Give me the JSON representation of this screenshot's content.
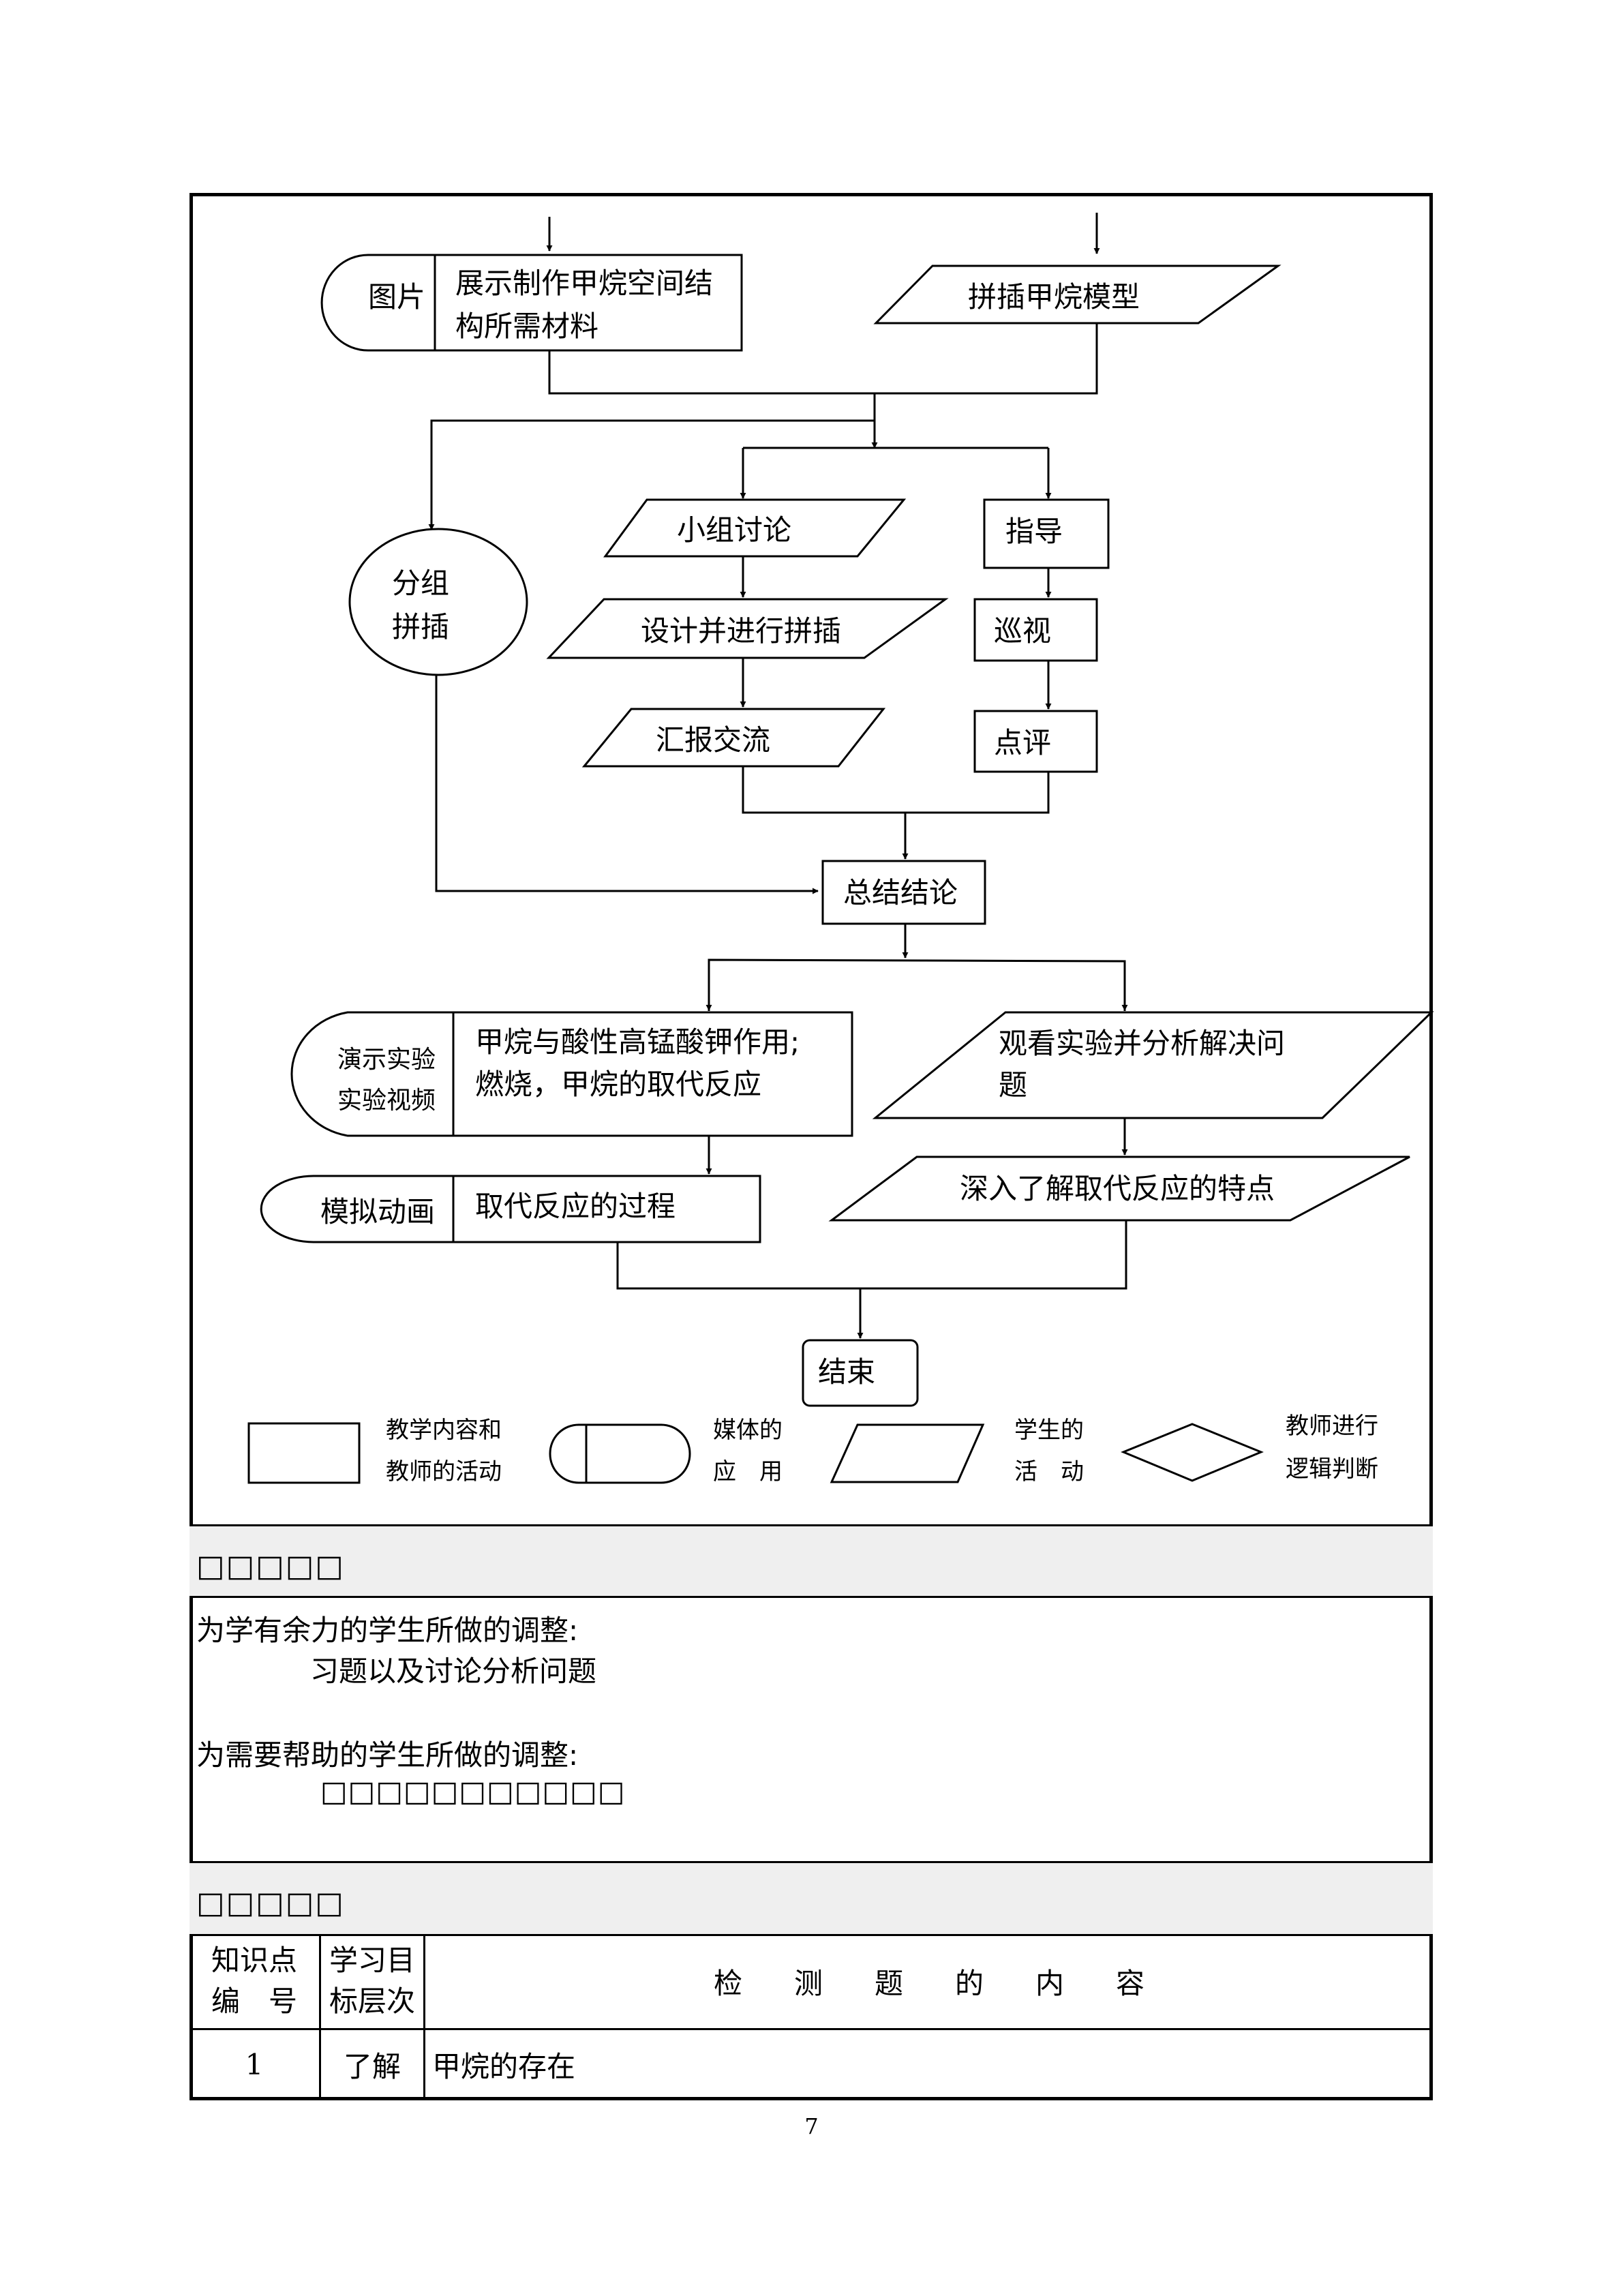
{
  "flowchart": {
    "media_picture": "图片",
    "box_show_materials": [
      "展示制作甲烷空间结",
      "构所需材料"
    ],
    "student_assemble_model": "拼插甲烷模型",
    "group_assemble": [
      "分组",
      "拼插"
    ],
    "group_discussion": "小组讨论",
    "design_and_assemble": "设计并进行拼插",
    "report_exchange": "汇报交流",
    "guide": "指导",
    "patrol": "巡视",
    "comment": "点评",
    "summary_conclusion": "总结结论",
    "media_demo": [
      "演示实验",
      "实验视频"
    ],
    "box_reaction": [
      "甲烷与酸性高锰酸钾作用;",
      "燃烧，甲烷的取代反应"
    ],
    "student_observe": [
      "观看实验并分析解决问",
      "题"
    ],
    "media_animation": "模拟动画",
    "box_substitution_process": "取代反应的过程",
    "student_understand": "深入了解取代反应的特点",
    "end": "结束"
  },
  "legend": {
    "rect_label": [
      "教学内容和",
      "教师的活动"
    ],
    "media_label": [
      "媒体的",
      "应　用"
    ],
    "student_label": [
      "学生的",
      "活　动"
    ],
    "diamond_label": [
      "教师进行",
      "逻辑判断"
    ]
  },
  "adjustment_section": {
    "title": "□□□□□",
    "advanced_label": "为学有余力的学生所做的调整:",
    "advanced_content": "习题以及讨论分析问题",
    "support_label": "为需要帮助的学生所做的调整:",
    "support_content": "□□□□□□□□□□□"
  },
  "assessment_section": {
    "title": "□□□□□",
    "header": {
      "col1": [
        "知识点",
        "编　号"
      ],
      "col2": [
        "学习目",
        "标层次"
      ],
      "col3": "检测题的内容"
    },
    "rows": [
      {
        "number": "1",
        "level": "了解",
        "content": "甲烷的存在"
      }
    ]
  },
  "page_number": "7"
}
